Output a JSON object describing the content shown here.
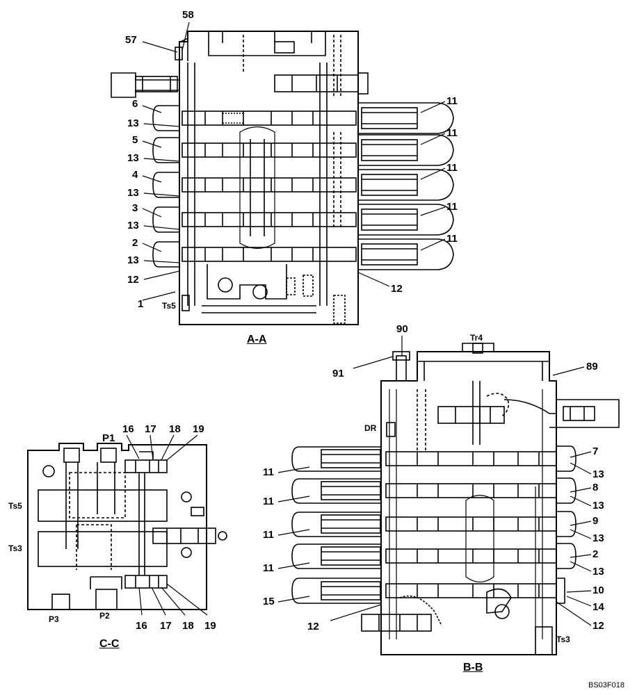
{
  "drawing_code": "BS03F018",
  "sections": {
    "aa": "A-A",
    "bb": "B-B",
    "cc": "C-C"
  },
  "aa": {
    "n58": "58",
    "n57": "57",
    "n6": "6",
    "n13a": "13",
    "n5": "5",
    "n13b": "13",
    "n4": "4",
    "n13c": "13",
    "n3": "3",
    "n13d": "13",
    "n2": "2",
    "n13e": "13",
    "n12l": "12",
    "n1": "1",
    "ts5": "Ts5",
    "n11a": "11",
    "n11b": "11",
    "n11c": "11",
    "n11d": "11",
    "n11e": "11",
    "n12r": "12"
  },
  "bb": {
    "n90": "90",
    "tr4": "Tr4",
    "n91": "91",
    "n89": "89",
    "dr": "DR",
    "n7": "7",
    "n13a": "13",
    "n8": "8",
    "n13b": "13",
    "n9": "9",
    "n13c": "13",
    "n2": "2",
    "n13d": "13",
    "n10": "10",
    "n14": "14",
    "n12r": "12",
    "ts3": "Ts3",
    "n11a": "11",
    "n11b": "11",
    "n11c": "11",
    "n11d": "11",
    "n15": "15",
    "n12l": "12"
  },
  "cc": {
    "p1": "P1",
    "n16t": "16",
    "n17t": "17",
    "n18t": "18",
    "n19t": "19",
    "ts5": "Ts5",
    "ts3": "Ts3",
    "p3": "P3",
    "p2": "P2",
    "n16b": "16",
    "n17b": "17",
    "n18b": "18",
    "n19b": "19"
  }
}
